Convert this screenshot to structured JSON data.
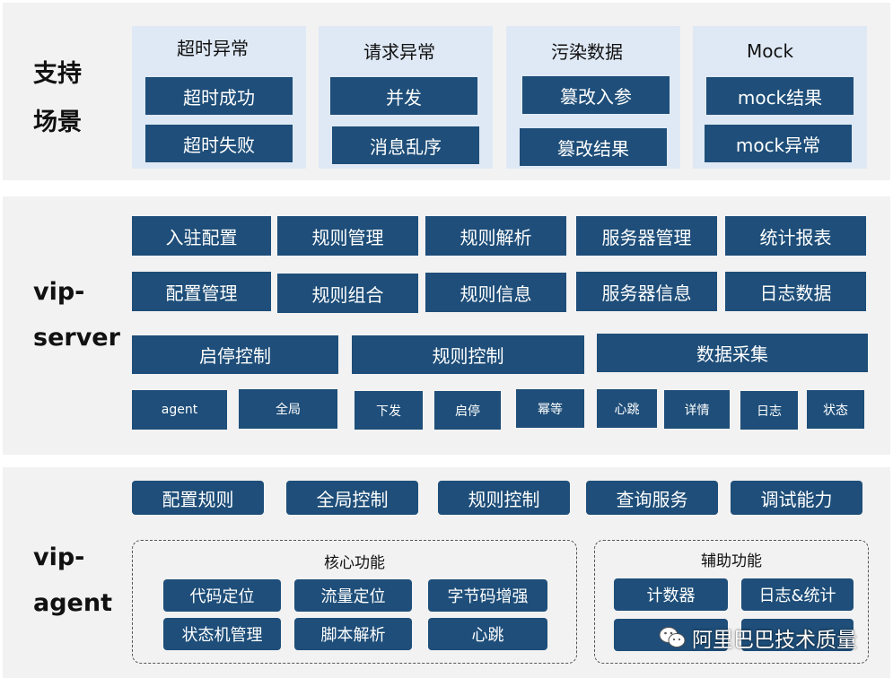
{
  "colors": {
    "band_bg": "#f2f2f2",
    "column_bg": "#dfe9f5",
    "box_fill": "#1e4e79",
    "box_text": "#ffffff",
    "title_text": "#111111",
    "dashed_border": "#555555"
  },
  "support": {
    "title_lines": [
      "支持",
      "场景"
    ],
    "columns": [
      {
        "title": "超时异常",
        "items": [
          "超时成功",
          "超时失败"
        ]
      },
      {
        "title": "请求异常",
        "items": [
          "并发",
          "消息乱序"
        ]
      },
      {
        "title": "污染数据",
        "items": [
          "篡改入参",
          "篡改结果"
        ]
      },
      {
        "title": "Mock",
        "items": [
          "mock结果",
          "mock异常"
        ]
      }
    ]
  },
  "server": {
    "title_lines": [
      "vip-",
      "server"
    ],
    "row1": [
      "入驻配置",
      "规则管理",
      "规则解析",
      "服务器管理",
      "统计报表"
    ],
    "row2": [
      "配置管理",
      "规则组合",
      "规则信息",
      "服务器信息",
      "日志数据"
    ],
    "groups": [
      {
        "label": "启停控制",
        "items": [
          "agent",
          "全局"
        ]
      },
      {
        "label": "规则控制",
        "items": [
          "下发",
          "启停",
          "幂等"
        ]
      },
      {
        "label": "数据采集",
        "items": [
          "心跳",
          "详情",
          "日志",
          "状态"
        ]
      }
    ]
  },
  "agent": {
    "title_lines": [
      "vip-",
      "agent"
    ],
    "top_row": [
      "配置规则",
      "全局控制",
      "规则控制",
      "查询服务",
      "调试能力"
    ],
    "core": {
      "title": "核心功能",
      "items": [
        "代码定位",
        "流量定位",
        "字节码增强",
        "状态机管理",
        "脚本解析",
        "心跳"
      ]
    },
    "aux": {
      "title": "辅助功能",
      "items": [
        "计数器",
        "日志&统计"
      ]
    }
  },
  "watermark": {
    "icon": "wechat-icon",
    "text": "阿里巴巴技术质量"
  }
}
